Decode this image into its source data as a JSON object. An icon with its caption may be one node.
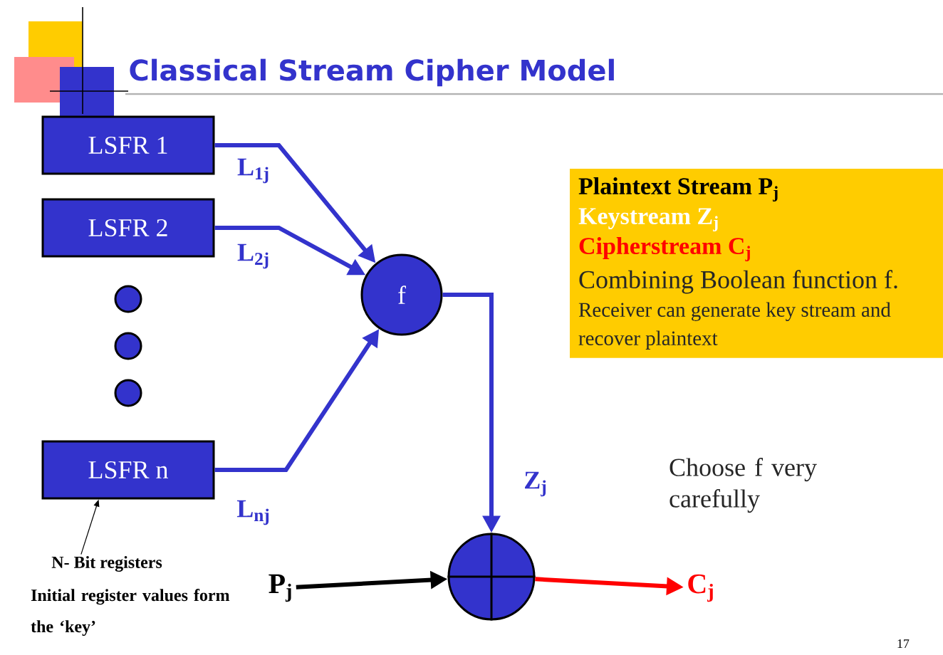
{
  "diagram": {
    "title": "Classical Stream Cipher Model",
    "nodes": [
      {
        "text": [
          "LSFR 1"
        ]
      },
      {
        "text": [
          "LSFR 2"
        ]
      },
      {
        "text": [],
        "shape": "circle"
      },
      {
        "text": [],
        "shape": "circle"
      },
      {
        "text": [],
        "shape": "circle"
      },
      {
        "text": [
          "LSFR n"
        ]
      },
      {
        "text": [
          "f"
        ]
      },
      {
        "text": [],
        "shape": "circle"
      },
      {
        "text": [
          "P$_{j}$"
        ]
      },
      {
        "text": [
          "C$_{j}$"
        ]
      },
      {
        "text": [
          "N- Bit registers"
        ]
      },
      {
        "text": [
          "Plaintext Stream P$_{j}$",
          "Keystream Z$_{j}$",
          "Cipherstream C$_{j}$",
          "Combining Boolean function f.",
          "Receiver can generate key stream and recover plaintext"
        ]
      }
    ],
    "edges": [
      {
        "from": 0,
        "to": 6,
        "arrow": "to",
        "label": "L$_{1j}$"
      },
      {
        "from": 1,
        "to": 6,
        "arrow": "to",
        "label": "L$_{2j}$"
      },
      {
        "from": 5,
        "to": 6,
        "arrow": "to",
        "label": "L$_{nj}$"
      },
      {
        "from": 6,
        "to": 7,
        "arrow": "to",
        "label": "Z$_{j}$"
      },
      {
        "from": 8,
        "to": 7,
        "arrow": "to",
        "color": "#000000"
      },
      {
        "from": 7,
        "to": 9,
        "arrow": "to",
        "color": "#ff0000"
      },
      {
        "from": 10,
        "to": 5,
        "arrow": "to",
        "color": "#000000"
      }
    ],
    "labels": [
      "Choose f  very carefully",
      "Initial register values form the ‘key’",
      "17"
    ]
  }
}
